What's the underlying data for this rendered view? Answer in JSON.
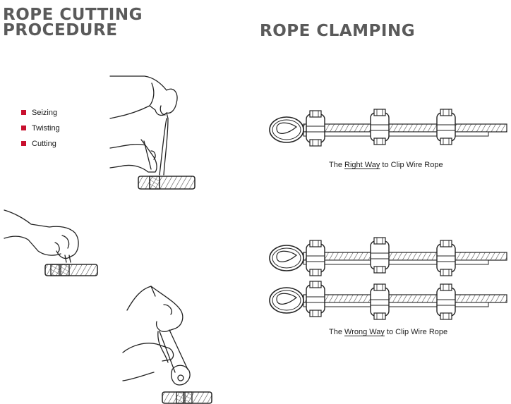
{
  "headings": {
    "cutting_line1": "ROPE CUTTING",
    "cutting_line2": "PROCEDURE",
    "clamping": "ROPE CLAMPING"
  },
  "steps": [
    "Seizing",
    "Twisting",
    "Cutting"
  ],
  "captions": {
    "right": {
      "pre": "The ",
      "link": "Right Way",
      "post": " to Clip Wire Rope"
    },
    "wrong": {
      "pre": "The ",
      "link": "Wrong Way",
      "post": " to Clip Wire Rope"
    }
  },
  "colors": {
    "bullet": "#c8102e",
    "heading": "#5a5a5a",
    "line": "#222222"
  }
}
